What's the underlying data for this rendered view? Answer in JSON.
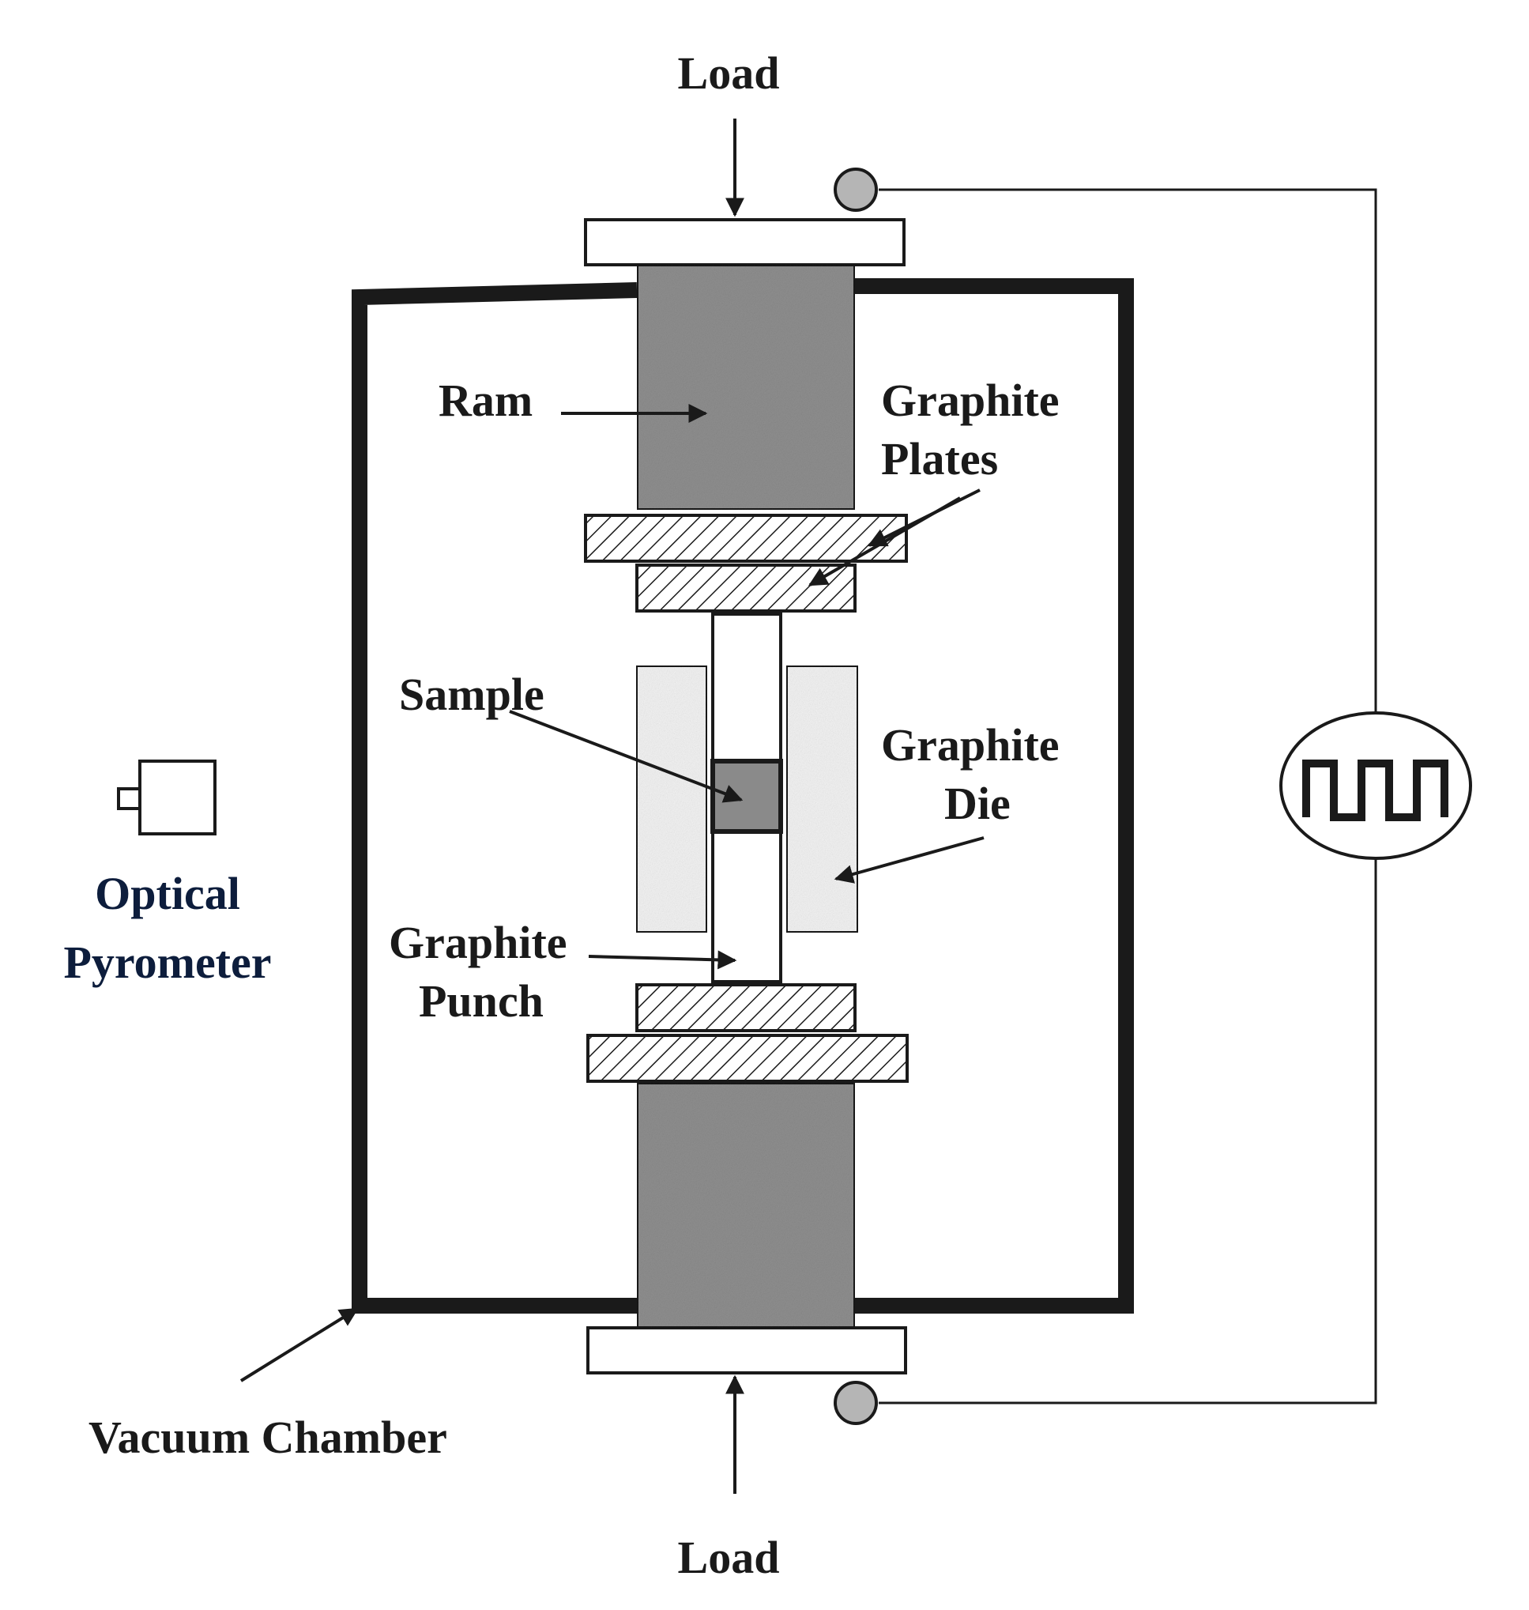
{
  "labels": {
    "load_top": "Load",
    "load_bottom": "Load",
    "ram": "Ram",
    "graphite_plates_1": "Graphite",
    "graphite_plates_2": "Plates",
    "sample": "Sample",
    "graphite_die_1": "Graphite",
    "graphite_die_2": "Die",
    "graphite_punch_1": "Graphite",
    "graphite_punch_2": "Punch",
    "optical_pyrometer_1": "Optical",
    "optical_pyrometer_2": "Pyrometer",
    "vacuum_chamber": "Vacuum Chamber"
  },
  "icons": {
    "power_supply": "square-wave-icon",
    "pyrometer": "pyrometer-icon",
    "electrode": "electrode-terminal-icon"
  },
  "colors": {
    "stroke": "#1a1a1a",
    "ram_fill": "#8f8f8f",
    "sample_fill": "#8a8a8a",
    "die_fill": "#f3f3f3",
    "electrode_fill": "#b5b5b5",
    "label_navy": "#0d1d3c"
  }
}
